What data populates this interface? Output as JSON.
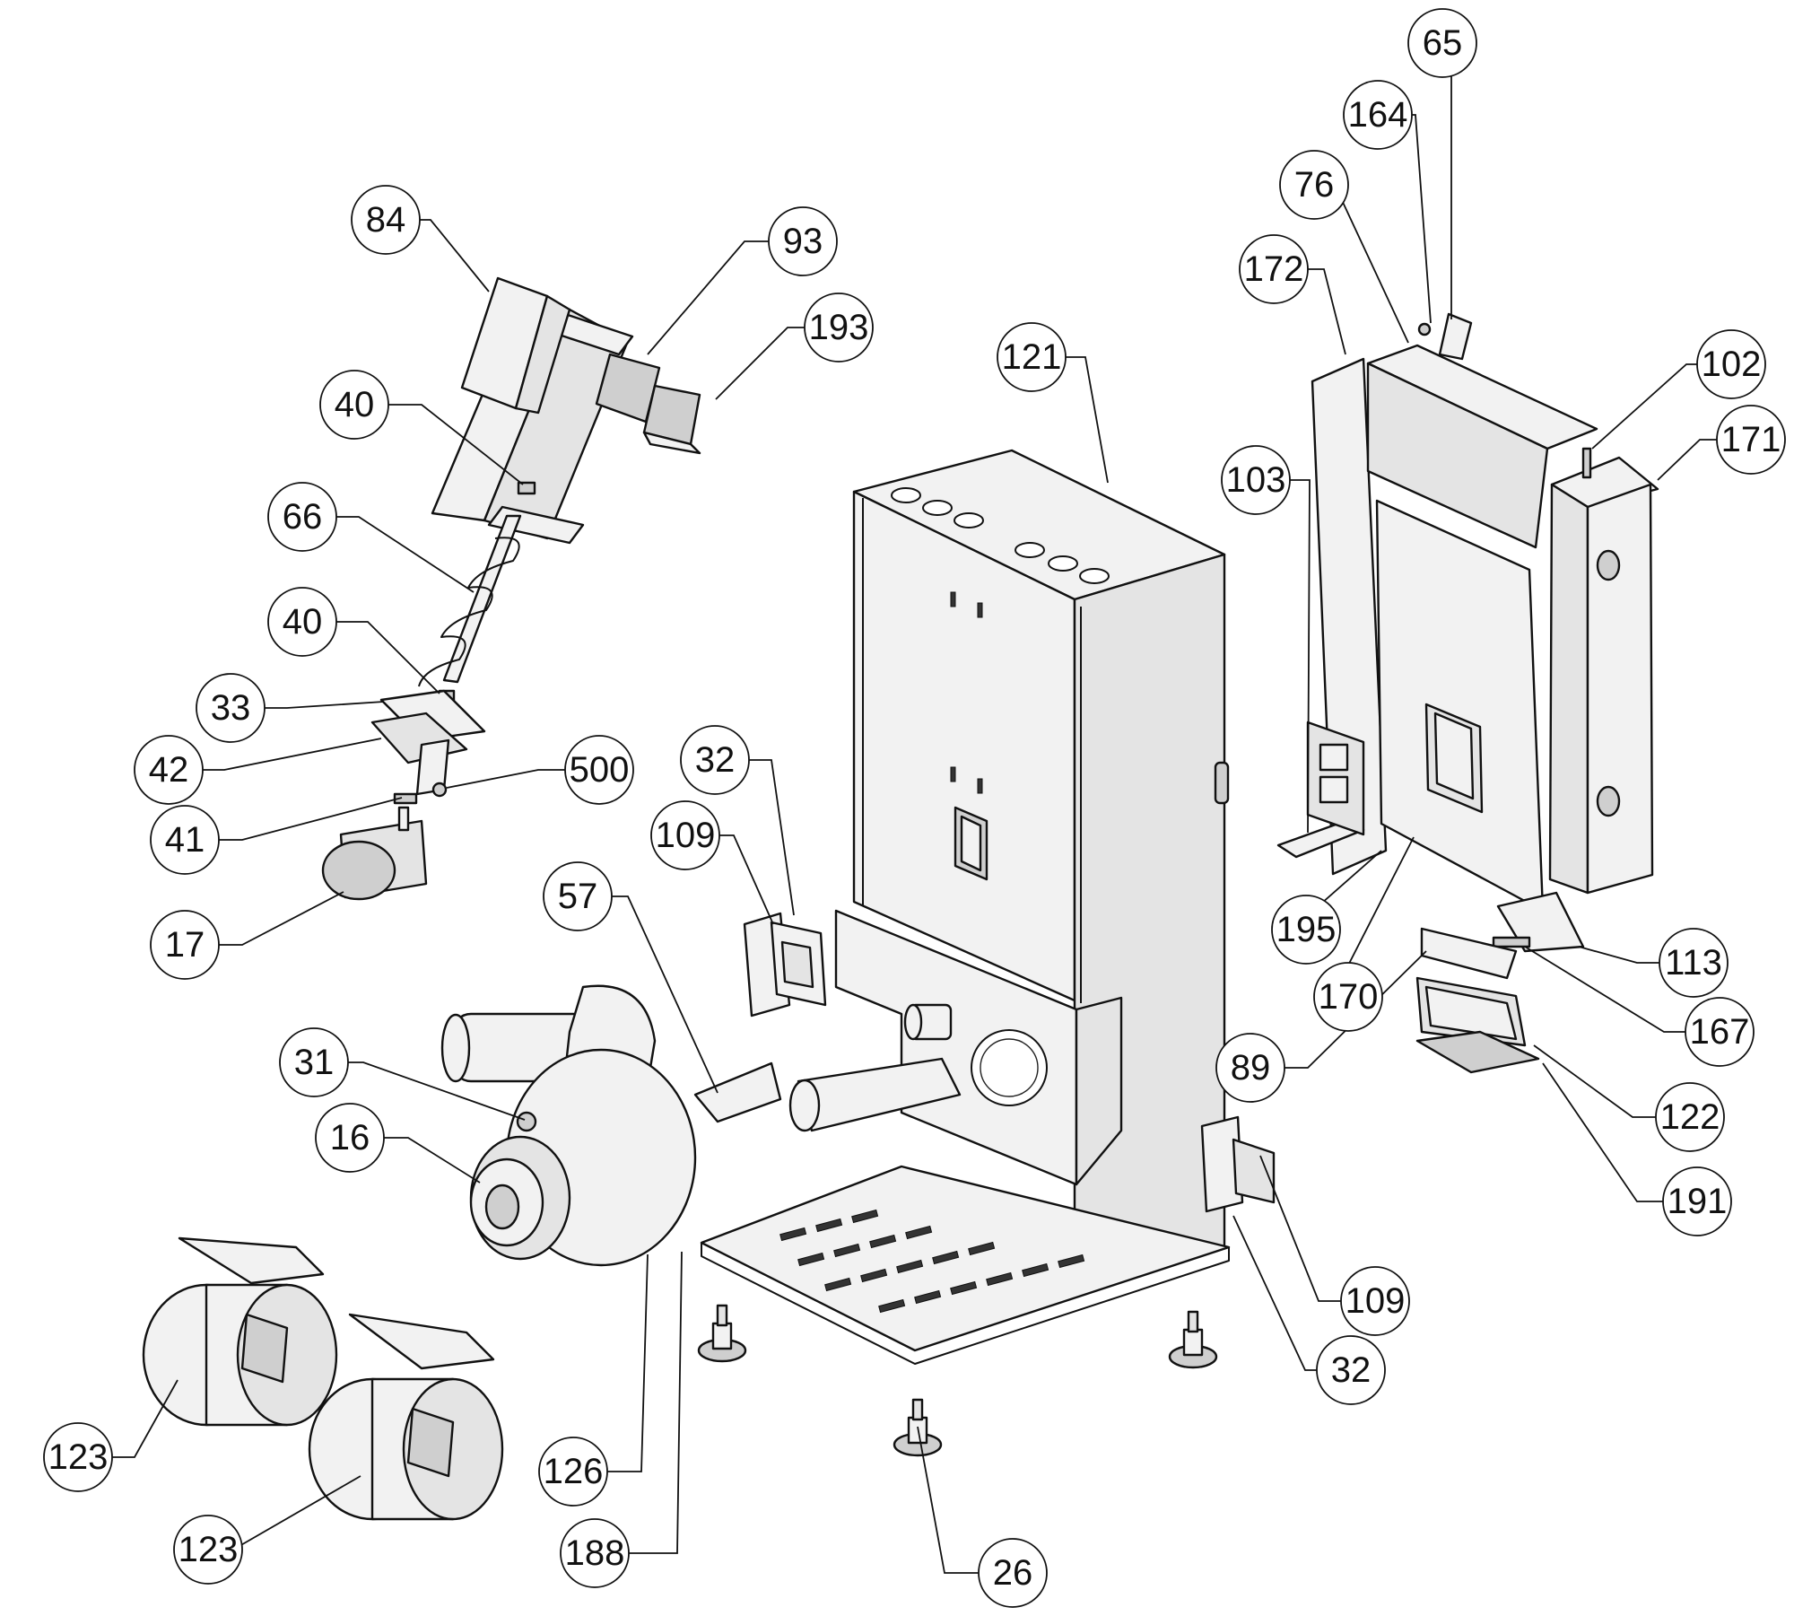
{
  "diagram": {
    "type": "exploded-parts-diagram",
    "callouts": [
      {
        "id": "c65",
        "label": "65"
      },
      {
        "id": "c164",
        "label": "164"
      },
      {
        "id": "c76",
        "label": "76"
      },
      {
        "id": "c172",
        "label": "172"
      },
      {
        "id": "c102",
        "label": "102"
      },
      {
        "id": "c171",
        "label": "171"
      },
      {
        "id": "c121",
        "label": "121"
      },
      {
        "id": "c103",
        "label": "103"
      },
      {
        "id": "c84",
        "label": "84"
      },
      {
        "id": "c93",
        "label": "93"
      },
      {
        "id": "c193",
        "label": "193"
      },
      {
        "id": "c40a",
        "label": "40"
      },
      {
        "id": "c66",
        "label": "66"
      },
      {
        "id": "c40b",
        "label": "40"
      },
      {
        "id": "c33",
        "label": "33"
      },
      {
        "id": "c42",
        "label": "42"
      },
      {
        "id": "c500",
        "label": "500"
      },
      {
        "id": "c41",
        "label": "41"
      },
      {
        "id": "c17",
        "label": "17"
      },
      {
        "id": "c32a",
        "label": "32"
      },
      {
        "id": "c109a",
        "label": "109"
      },
      {
        "id": "c57",
        "label": "57"
      },
      {
        "id": "c31",
        "label": "31"
      },
      {
        "id": "c16",
        "label": "16"
      },
      {
        "id": "c195",
        "label": "195"
      },
      {
        "id": "c113",
        "label": "113"
      },
      {
        "id": "c170",
        "label": "170"
      },
      {
        "id": "c167",
        "label": "167"
      },
      {
        "id": "c89",
        "label": "89"
      },
      {
        "id": "c122",
        "label": "122"
      },
      {
        "id": "c191",
        "label": "191"
      },
      {
        "id": "c109b",
        "label": "109"
      },
      {
        "id": "c32b",
        "label": "32"
      },
      {
        "id": "c123a",
        "label": "123"
      },
      {
        "id": "c123b",
        "label": "123"
      },
      {
        "id": "c126",
        "label": "126"
      },
      {
        "id": "c188",
        "label": "188"
      },
      {
        "id": "c26",
        "label": "26"
      }
    ]
  }
}
